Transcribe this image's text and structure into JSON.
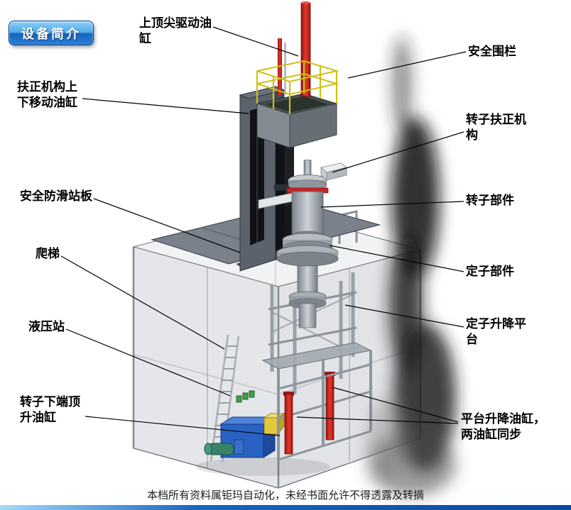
{
  "badge": {
    "label": "设备简介"
  },
  "callouts": [
    {
      "id": "top-spindle-cylinder",
      "text": "上顶尖驱动油缸"
    },
    {
      "id": "safety-fence",
      "text": "安全围栏"
    },
    {
      "id": "centering-move-cylinder",
      "text": "扶正机构上下移动油缸"
    },
    {
      "id": "rotor-centering-mechanism",
      "text": "转子扶正机构"
    },
    {
      "id": "anti-slip-platform",
      "text": "安全防滑站板"
    },
    {
      "id": "rotor-component",
      "text": "转子部件"
    },
    {
      "id": "ladder",
      "text": "爬梯"
    },
    {
      "id": "stator-component",
      "text": "定子部件"
    },
    {
      "id": "hydraulic-station",
      "text": "液压站"
    },
    {
      "id": "stator-lift-platform",
      "text": "定子升降平台"
    },
    {
      "id": "rotor-bottom-jack-cylinder",
      "text": "转子下端顶升油缸"
    },
    {
      "id": "platform-lift-cylinders",
      "text": "平台升降油缸，两油缸同步"
    }
  ],
  "footer": {
    "text": "本档所有资料属钜玛自动化，未经书面允许不得透露及转摘"
  },
  "colors": {
    "badge_blue": "#1565c0",
    "badge_light": "#8ed0f7",
    "cylinder_red": "#c62525",
    "railing_yellow": "#cfc013",
    "hydraulic_blue": "#2a62c4"
  }
}
